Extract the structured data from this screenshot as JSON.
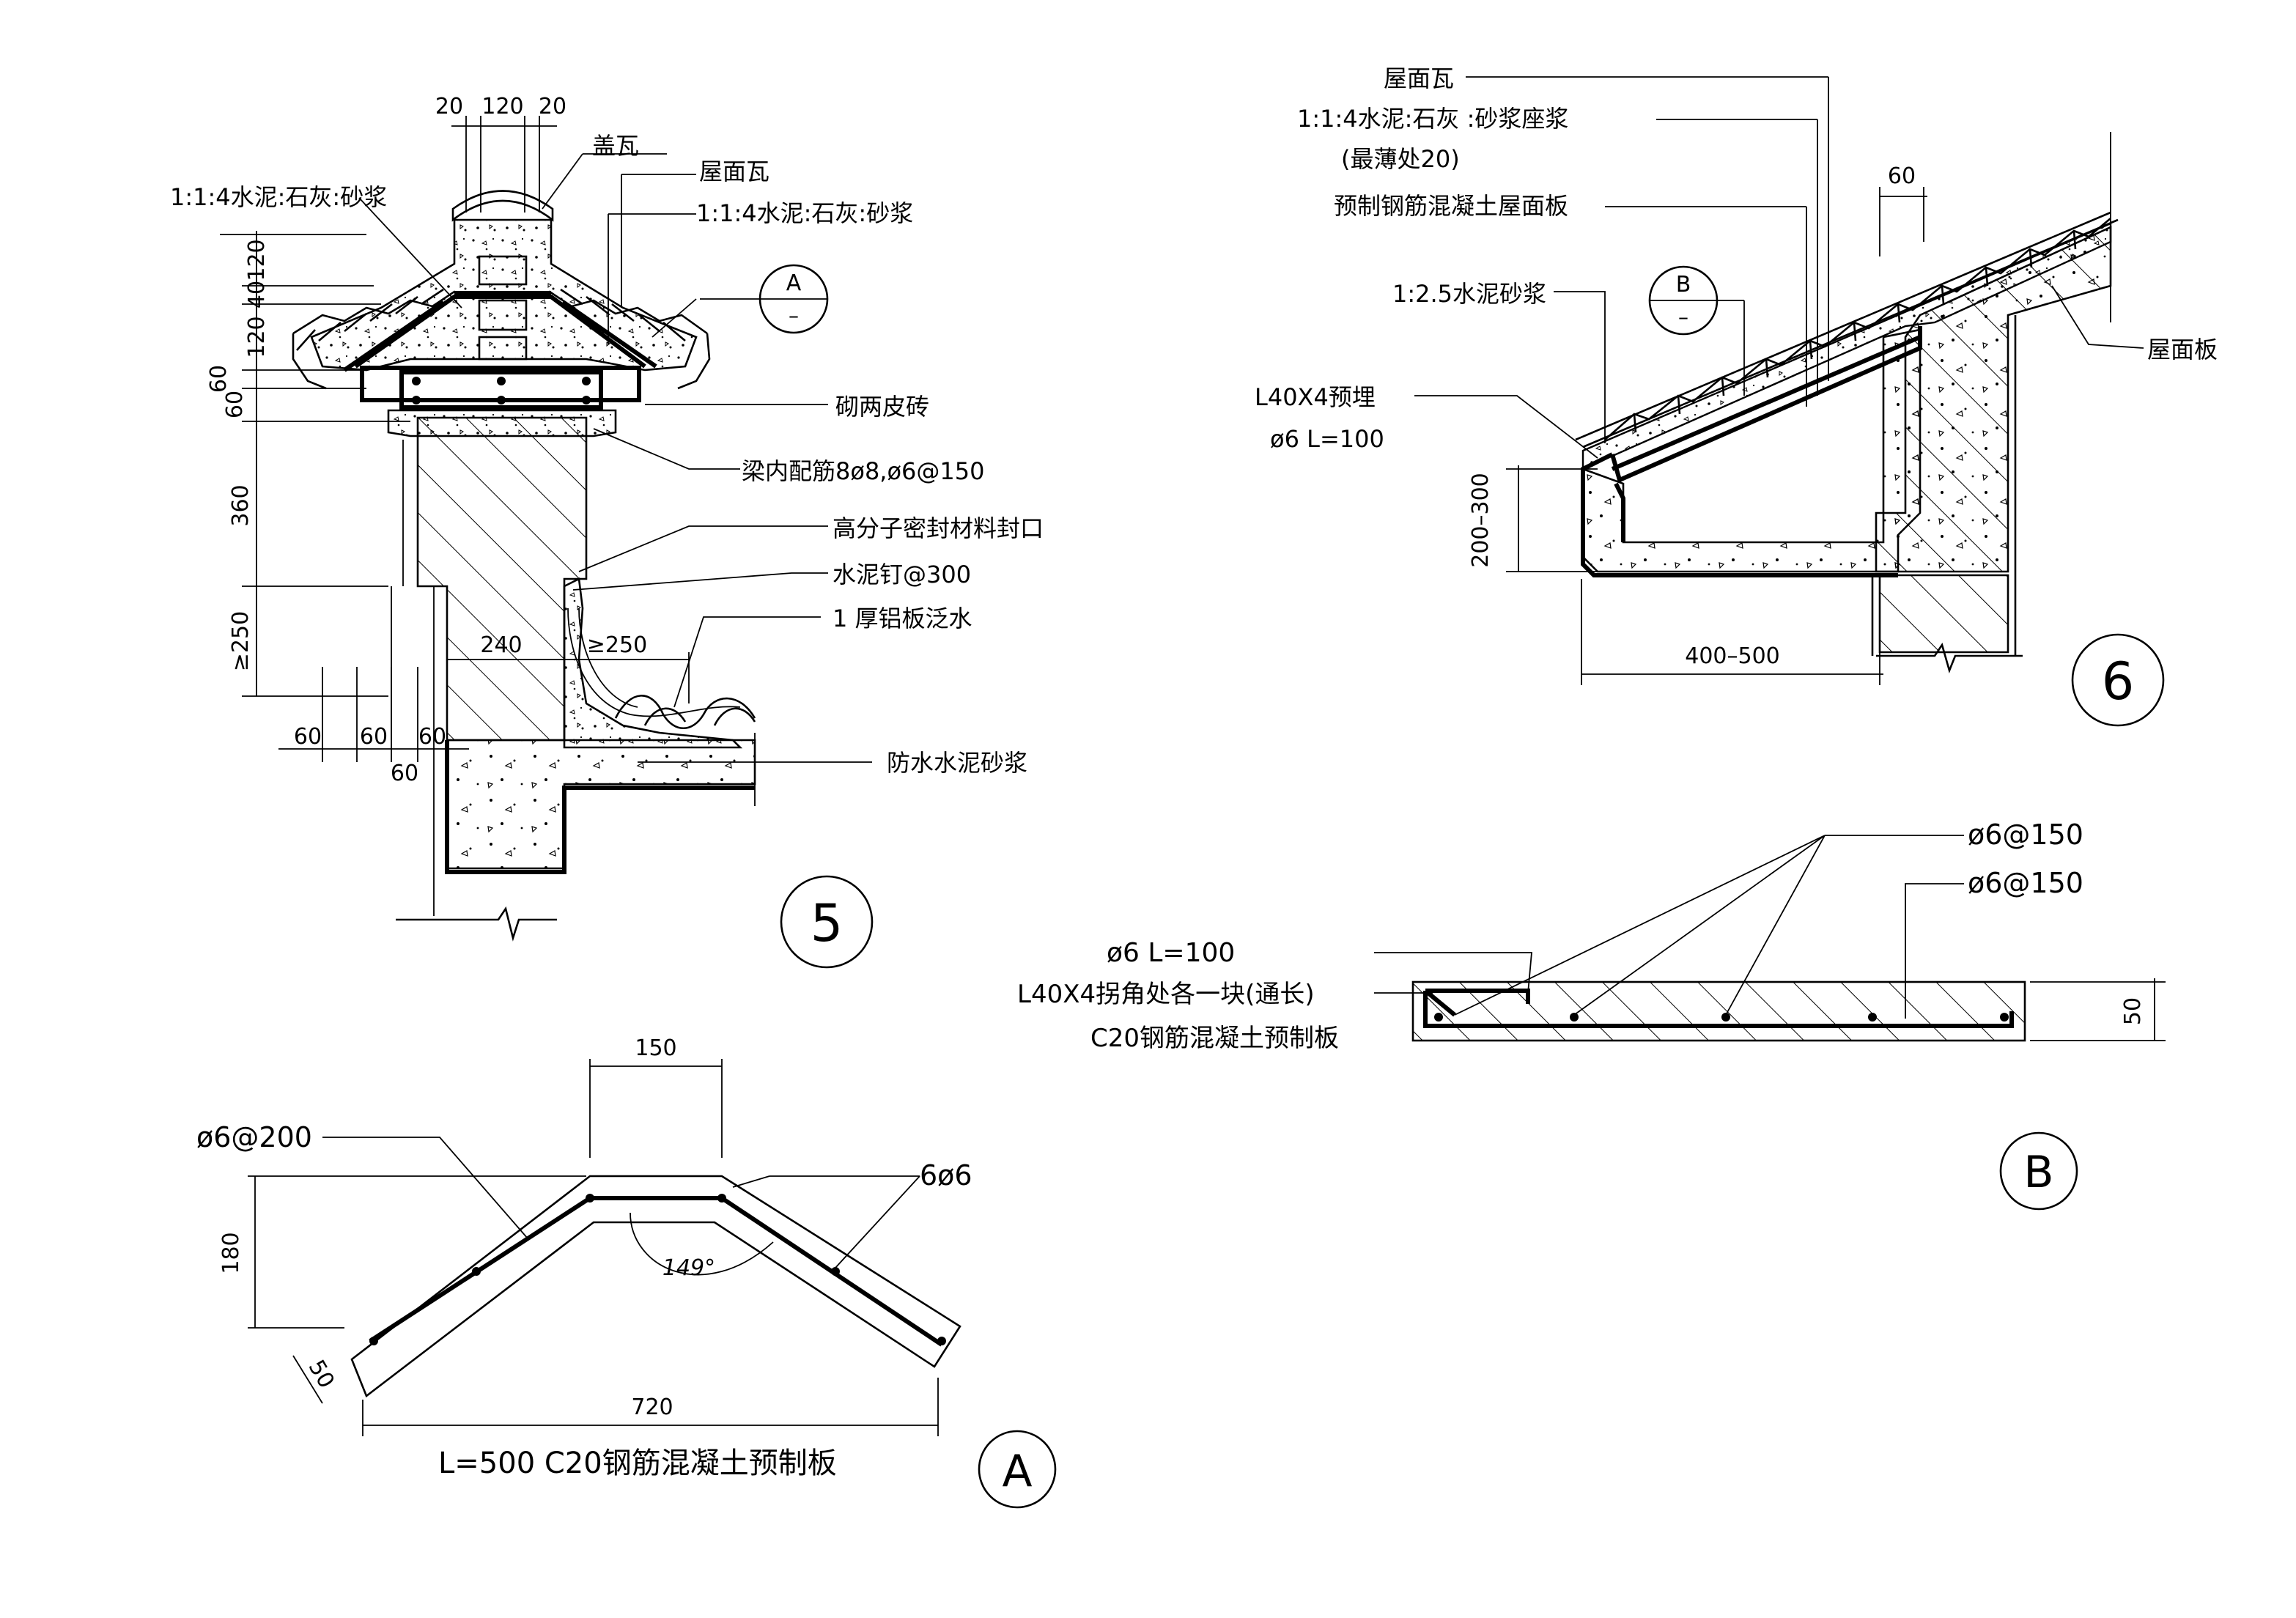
{
  "detail5": {
    "number": "5",
    "top_dims": [
      "20",
      "120",
      "20"
    ],
    "labels": {
      "mortar_left": "1:1:4水泥:石灰:砂浆",
      "cap_tile": "盖瓦",
      "roof_tile": "屋面瓦",
      "mortar_right": "1:1:4水泥:石灰:砂浆",
      "brick": "砌两皮砖",
      "beam_rebar": "梁内配筋8ø8,ø6@150",
      "sealant": "高分子密封材料封口",
      "nail": "水泥钉@300",
      "flashing": "1 厚铝板泛水",
      "waterproof": "防水水泥砂浆"
    },
    "left_dims": [
      "120",
      "40",
      "120",
      "60",
      "60",
      "360",
      "≥250"
    ],
    "bottom_dims": [
      "60",
      "60",
      "60",
      "60"
    ],
    "inner_dims": [
      "240",
      "≥250"
    ],
    "callout": {
      "letter": "A",
      "dash": "–"
    }
  },
  "detail6": {
    "number": "6",
    "labels": {
      "roof_tile": "屋面瓦",
      "mortar_line1": "1:1:4水泥:石灰 :砂浆座浆",
      "mortar_line2": "(最薄处20)",
      "precast_slab": "预制钢筋混凝土屋面板",
      "cement_mortar": "1:2.5水泥砂浆",
      "angle_line1": "L40X4预埋",
      "angle_line2": "ø6 L=100",
      "roof_slab": "屋面板"
    },
    "dims": {
      "top": "60",
      "height": "200–300",
      "width": "400–500"
    },
    "callout": {
      "letter": "B",
      "dash": "–"
    }
  },
  "detailA": {
    "number": "A",
    "dims": {
      "top": "150",
      "height": "180",
      "thickness": "50",
      "width": "720",
      "angle": "149°"
    },
    "labels": {
      "rebar_left": "ø6@200",
      "rebar_right": "6ø6",
      "caption": "L=500    C20钢筋混凝土预制板"
    }
  },
  "detailB": {
    "number": "B",
    "dims": {
      "thickness": "50"
    },
    "labels": {
      "rebar_top1": "ø6@150",
      "rebar_top2": "ø6@150",
      "anchor": "ø6 L=100",
      "angle": "L40X4拐角处各一块(通长)",
      "slab": "C20钢筋混凝土预制板"
    }
  }
}
